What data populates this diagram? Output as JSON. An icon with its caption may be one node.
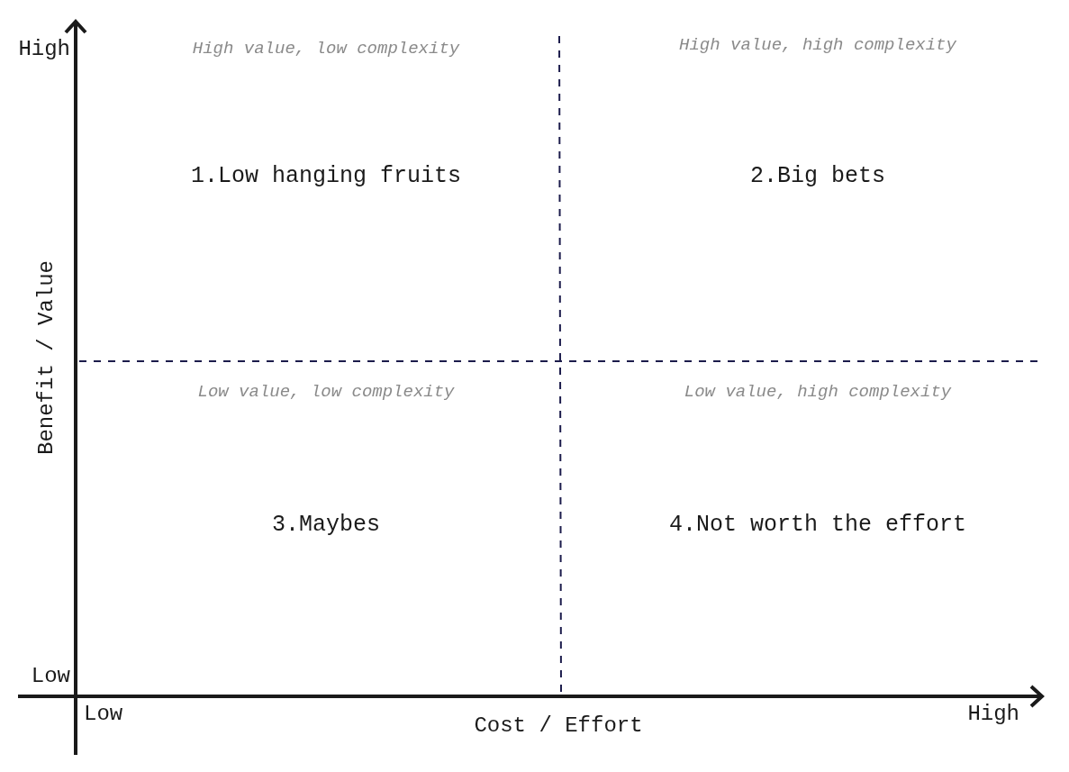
{
  "diagram": {
    "labels": [
      "High",
      "High value, low complexity",
      "High value, high complexity",
      "1.Low hanging fruits",
      "2.Big bets",
      "Benefit / Value",
      "Low value, low complexity",
      "Low value, high complexity",
      "3.Maybes",
      "4.Not worth the effort",
      "Low",
      "Low",
      "High",
      "Cost / Effort"
    ]
  }
}
